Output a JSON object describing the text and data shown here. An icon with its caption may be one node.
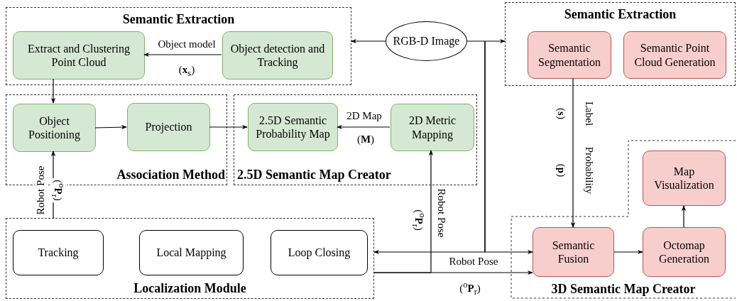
{
  "diagram": {
    "nodes": [
      {
        "text": [
          "Semantic Extraction"
        ]
      },
      {
        "text": [
          "Extract and Clustering Point Cloud"
        ],
        "in": 0
      },
      {
        "text": [
          "Object detection and Tracking"
        ],
        "in": 0
      },
      {
        "text": [
          "RGB-D Image"
        ]
      },
      {
        "text": [
          "Semantic Extraction"
        ]
      },
      {
        "text": [
          "Semantic Segmentation"
        ],
        "in": 4
      },
      {
        "text": [
          "Semantic Point Cloud Generation"
        ],
        "in": 4
      },
      {
        "text": [
          "Association Method"
        ]
      },
      {
        "text": [
          "Object Positioning"
        ],
        "in": 7
      },
      {
        "text": [
          "Projection"
        ],
        "in": 7
      },
      {
        "text": [
          "2.5D Semantic Map Creator"
        ]
      },
      {
        "text": [
          "2.5D Semantic Probability Map"
        ],
        "in": 10
      },
      {
        "text": [
          "2D Metric Mapping"
        ],
        "in": 10
      },
      {
        "text": [
          "Localization Module"
        ]
      },
      {
        "text": [
          "Tracking"
        ],
        "in": 13
      },
      {
        "text": [
          "Local Mapping"
        ],
        "in": 13
      },
      {
        "text": [
          "Loop Closing"
        ],
        "in": 13
      },
      {
        "text": [
          "3D Semantic Map Creator"
        ]
      },
      {
        "text": [
          "Map Visualization"
        ],
        "in": 17
      },
      {
        "text": [
          "Semantic Fusion"
        ],
        "in": 17
      },
      {
        "text": [
          "Octomap Generation"
        ],
        "in": 17
      }
    ],
    "edges": [
      {
        "from": 2,
        "to": 1,
        "arrow": "to",
        "label": "Object model"
      },
      {
        "from": 3,
        "to": 0,
        "arrow": "to"
      },
      {
        "from": 3,
        "to": 4,
        "arrow": "to"
      },
      {
        "from": 1,
        "to": 8,
        "arrow": "to"
      },
      {
        "from": 8,
        "to": 9,
        "arrow": "to"
      },
      {
        "from": 9,
        "to": 11,
        "arrow": "to"
      },
      {
        "from": 12,
        "to": 11,
        "arrow": "to",
        "label": "2D Map"
      },
      {
        "from": 13,
        "to": 8,
        "arrow": "to",
        "label": "Robot Pose"
      },
      {
        "from": 13,
        "to": 12,
        "arrow": "to",
        "label": "Robot Pose"
      },
      {
        "from": 13,
        "to": 19,
        "arrow": "to",
        "label": "Robot Pose"
      },
      {
        "from": 3,
        "to": 13,
        "arrow": "to"
      },
      {
        "from": 3,
        "to": 19,
        "arrow": "to"
      },
      {
        "from": 5,
        "to": 19,
        "arrow": "to",
        "label": "Label"
      },
      {
        "from": 19,
        "to": 20,
        "arrow": "to"
      },
      {
        "from": 20,
        "to": 18,
        "arrow": "to"
      }
    ],
    "labels": [
      "(**x**$_{s}$)",
      "(**M**)",
      "($^{o}$**P**$_{r}$)",
      "($^{o}$**P**$_{r}$)",
      "($^{o}$**P**$_{r}$)",
      "(**s**)",
      "Probability",
      "(**p**)"
    ]
  }
}
